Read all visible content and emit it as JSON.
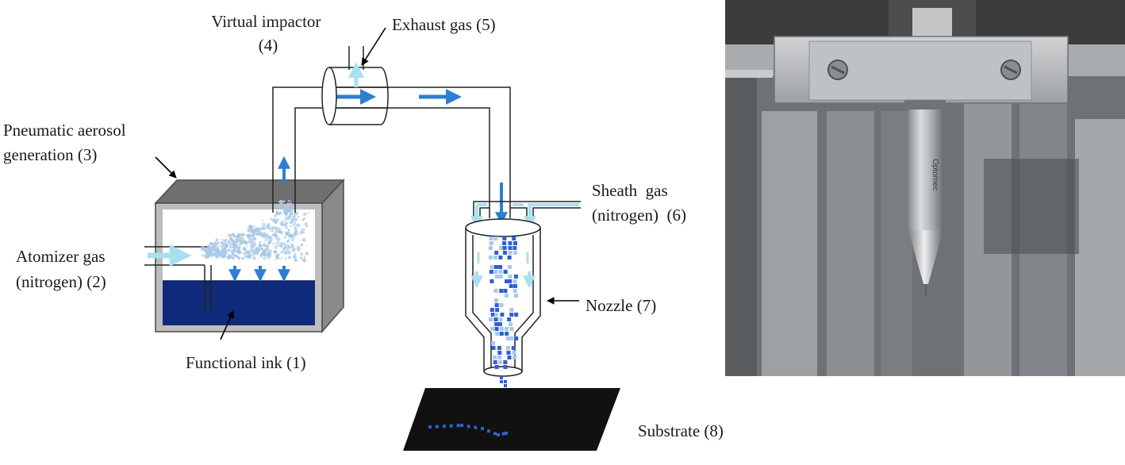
{
  "labels": {
    "virtual_impactor": [
      "Virtual impactor",
      "(4)"
    ],
    "exhaust_gas": "Exhaust gas (5)",
    "pneumatic": [
      "Pneumatic aerosol",
      "generation (3)"
    ],
    "atomizer": [
      "Atomizer gas",
      "(nitrogen) (2)"
    ],
    "functional_ink": "Functional ink (1)",
    "sheath_gas": [
      "Sheath  gas",
      "(nitrogen)  (6)"
    ],
    "nozzle": "Nozzle (7)",
    "substrate": "Substrate (8)",
    "nozzle_engraving": "Optomec"
  },
  "colors": {
    "ink": "#0f2a7a",
    "flow_arrow": "#2e7fd1",
    "gas_arrow": "#a8e0f0",
    "aerosol": "#a9c9e6",
    "droplet": "#2f5fd0",
    "box_top": "#707070",
    "box_side": "#8a8a8a",
    "substrate": "#111111"
  }
}
